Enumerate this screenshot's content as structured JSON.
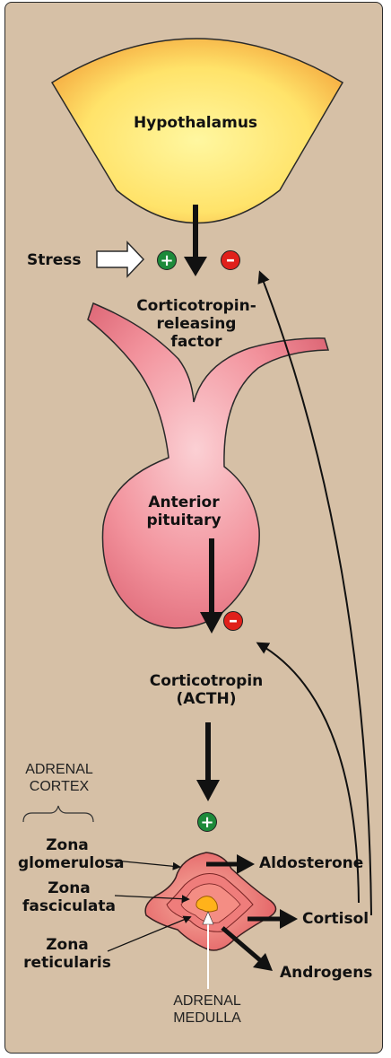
{
  "labels": {
    "hypothalamus": "Hypothalamus",
    "stress": "Stress",
    "crf": "Corticotropin-\nreleasing\nfactor",
    "anterior_pituitary": "Anterior\npituitary",
    "acth": "Corticotropin\n(ACTH)",
    "adrenal_cortex": "ADRENAL\nCORTEX",
    "zona_glomerulosa": "Zona\nglomerulosa",
    "zona_fasciculata": "Zona\nfasciculata",
    "zona_reticularis": "Zona\nreticularis",
    "aldosterone": "Aldosterone",
    "cortisol": "Cortisol",
    "androgens": "Androgens",
    "adrenal_medulla": "ADRENAL\nMEDULLA"
  },
  "signs": {
    "plus": "+",
    "minus": "–"
  },
  "colors": {
    "background": "#d6c0a6",
    "hypothalamus_fill": "#fff07a",
    "pituitary_fill": "#f08a95",
    "stimulate": "#1d8a3a",
    "inhibit": "#e0201b"
  }
}
